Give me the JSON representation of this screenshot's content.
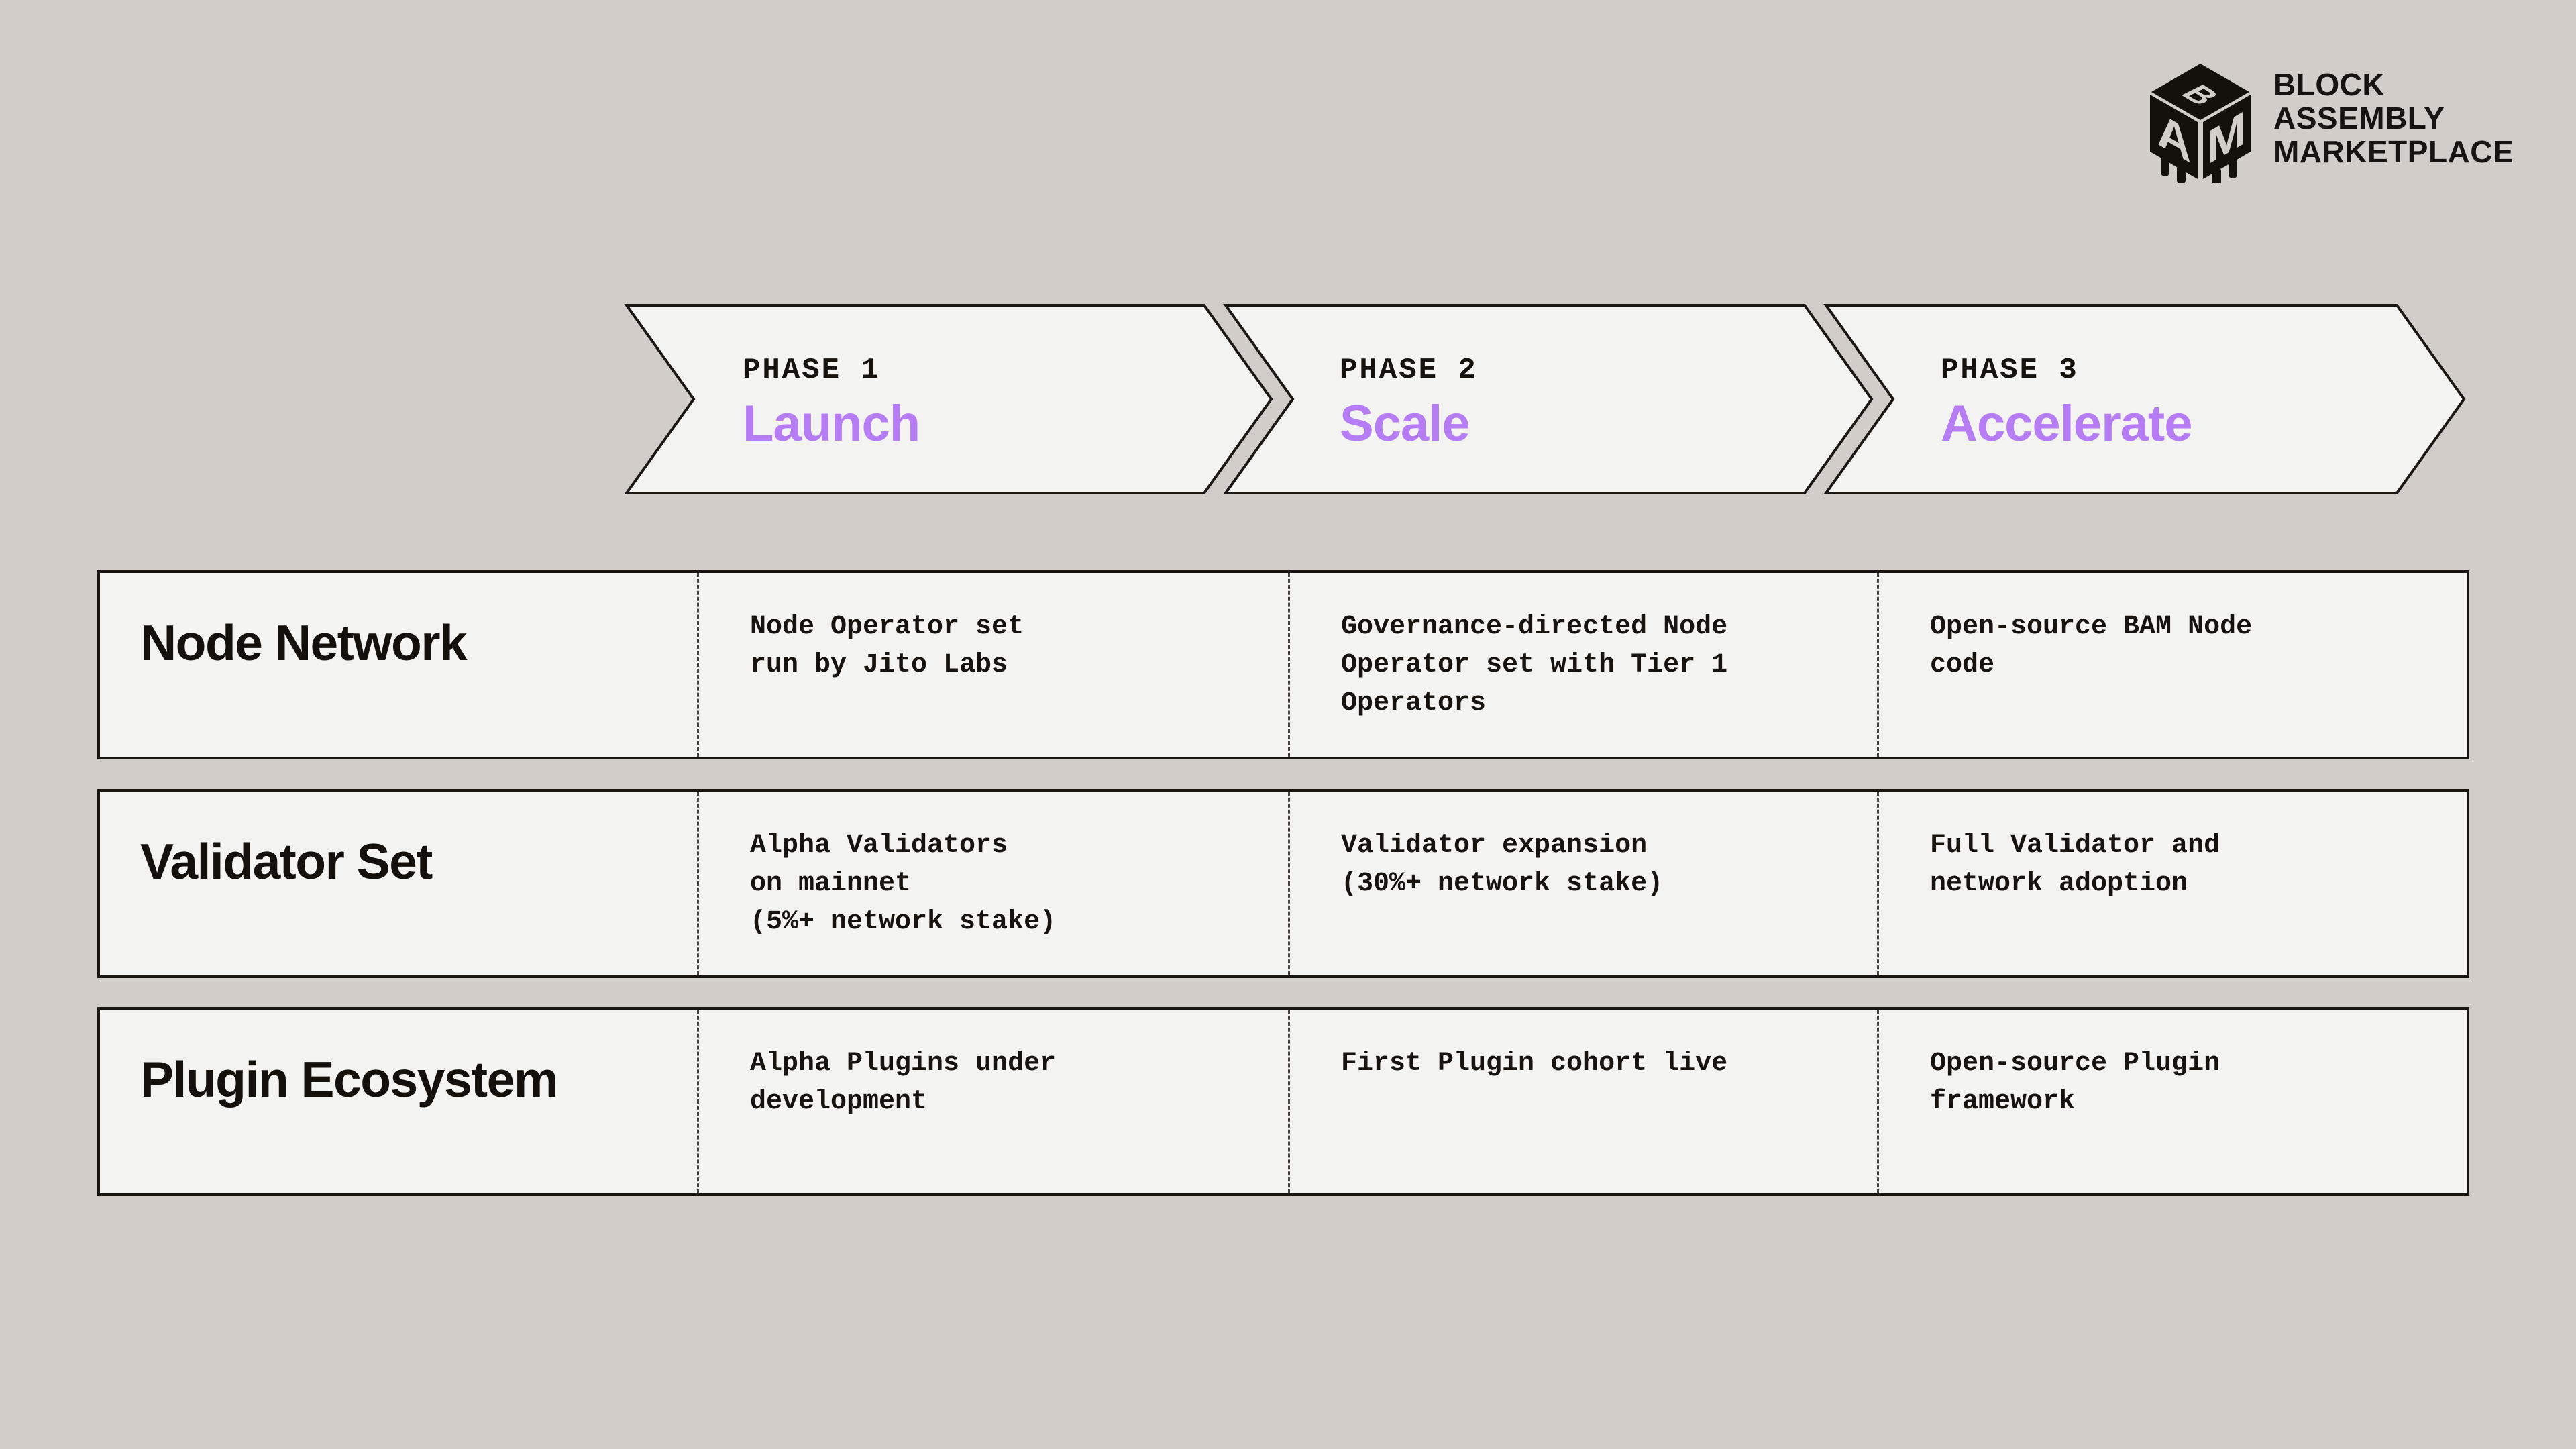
{
  "colors": {
    "background": "#d2cdc8",
    "panel": "#f3f3f1",
    "outline": "#191510",
    "accent_purple": "#b67cf4",
    "ink": "#171310"
  },
  "logo": {
    "cube_letters": {
      "top": "B",
      "left": "A",
      "right": "M"
    },
    "name": "BLOCK\nASSEMBLY\nMARKETPLACE"
  },
  "phases": [
    {
      "label": "PHASE 1",
      "name": "Launch"
    },
    {
      "label": "PHASE 2",
      "name": "Scale"
    },
    {
      "label": "PHASE 3",
      "name": "Accelerate"
    }
  ],
  "roadmap": {
    "rows": [
      {
        "label": "Node Network",
        "phase1": "Node Operator set\nrun by Jito Labs",
        "phase2": "Governance-directed Node\nOperator set with Tier 1\nOperators",
        "phase3": "Open-source BAM Node\ncode"
      },
      {
        "label": "Validator Set",
        "phase1": "Alpha Validators\non mainnet\n(5%+ network stake)",
        "phase2": "Validator expansion\n(30%+ network stake)",
        "phase3": "Full Validator and\nnetwork adoption"
      },
      {
        "label": "Plugin Ecosystem",
        "phase1": "Alpha Plugins under\ndevelopment",
        "phase2": "First Plugin cohort live",
        "phase3": "Open-source Plugin\nframework"
      }
    ]
  }
}
